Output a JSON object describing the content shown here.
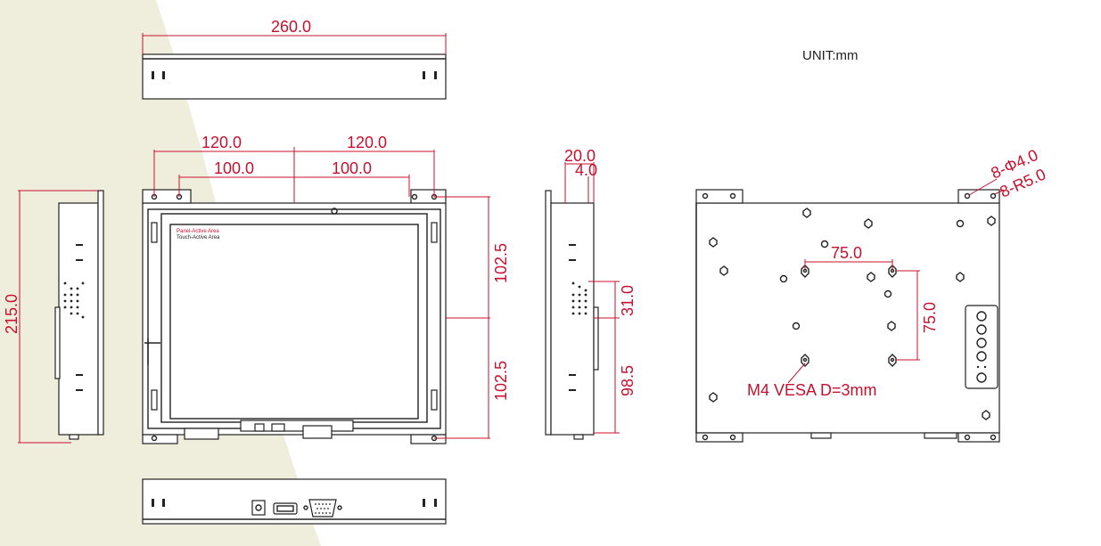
{
  "unit": "UNIT:mm",
  "front_labels": {
    "panel_active_area": "Panel-Active Area",
    "touch_active_area": "Touch-Active Area"
  },
  "dimensions": {
    "top_width": "260.0",
    "hole_span_left": "120.0",
    "hole_span_right": "120.0",
    "inner_span_left": "100.0",
    "inner_span_right": "100.0",
    "height_total": "215.0",
    "half_height_top": "102.5",
    "half_height_bottom": "102.5",
    "depth": "20.0",
    "depth_small": "4.0",
    "side_offset_upper": "31.0",
    "side_offset_lower": "98.5",
    "vesa_horizontal": "75.0",
    "vesa_vertical": "75.0",
    "hole_diameter": "8-Φ4.0",
    "hole_radius": "8-R5.0"
  },
  "vesa_note": "M4 VESA D=3mm",
  "colors": {
    "dimension": "#c8102e",
    "outline": "#222222",
    "background_tint": "#efeedd"
  }
}
